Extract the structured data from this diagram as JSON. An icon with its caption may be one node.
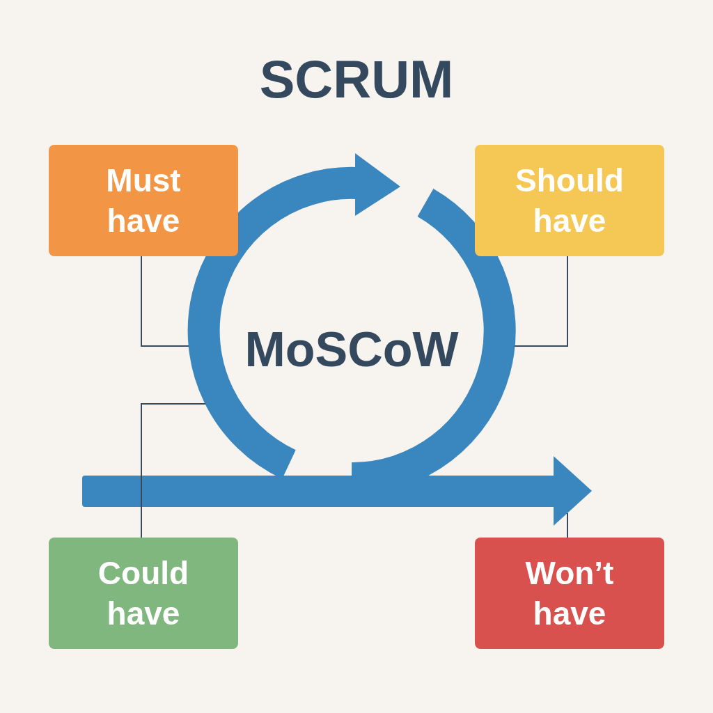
{
  "diagram": {
    "title": "SCRUM",
    "nodes": [
      {
        "text": [
          "Must have"
        ]
      },
      {
        "text": [
          "Should have"
        ]
      },
      {
        "text": [
          "Could have"
        ]
      },
      {
        "text": [
          "Won’t have"
        ]
      },
      {
        "text": [],
        "shape": "arrow"
      }
    ],
    "edges": [
      {
        "from": 0,
        "to": 4,
        "arrow": "none"
      },
      {
        "from": 1,
        "to": 4,
        "arrow": "none"
      },
      {
        "from": 2,
        "to": 4,
        "arrow": "none"
      },
      {
        "from": 3,
        "to": 4,
        "arrow": "none"
      }
    ],
    "labels": [
      "MoSCoW"
    ]
  }
}
